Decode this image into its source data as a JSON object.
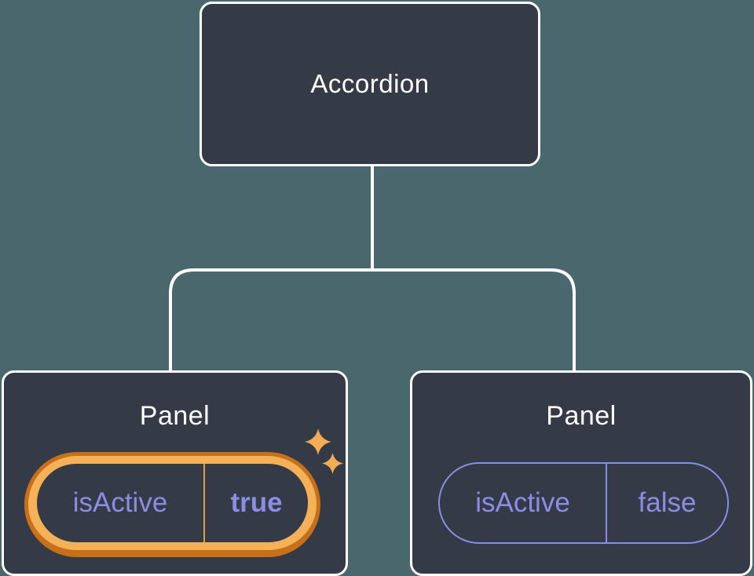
{
  "colors": {
    "bg": "#4b676e",
    "box": "#343a46",
    "box-border": "#ffffff",
    "title-text": "#ffffff",
    "purple": "#8b8ce4",
    "orange-light": "#f5b157",
    "orange-dark": "#c7701a",
    "divider-orange": "#e09c42",
    "sparkle": "#f3ad55",
    "connector": "#ffffff"
  },
  "diagram": {
    "type": "component-tree",
    "root": {
      "label": "Accordion"
    },
    "children": [
      {
        "title": "Panel",
        "state": {
          "name": "isActive",
          "value": "true",
          "highlighted": true
        }
      },
      {
        "title": "Panel",
        "state": {
          "name": "isActive",
          "value": "false",
          "highlighted": false
        }
      }
    ]
  }
}
